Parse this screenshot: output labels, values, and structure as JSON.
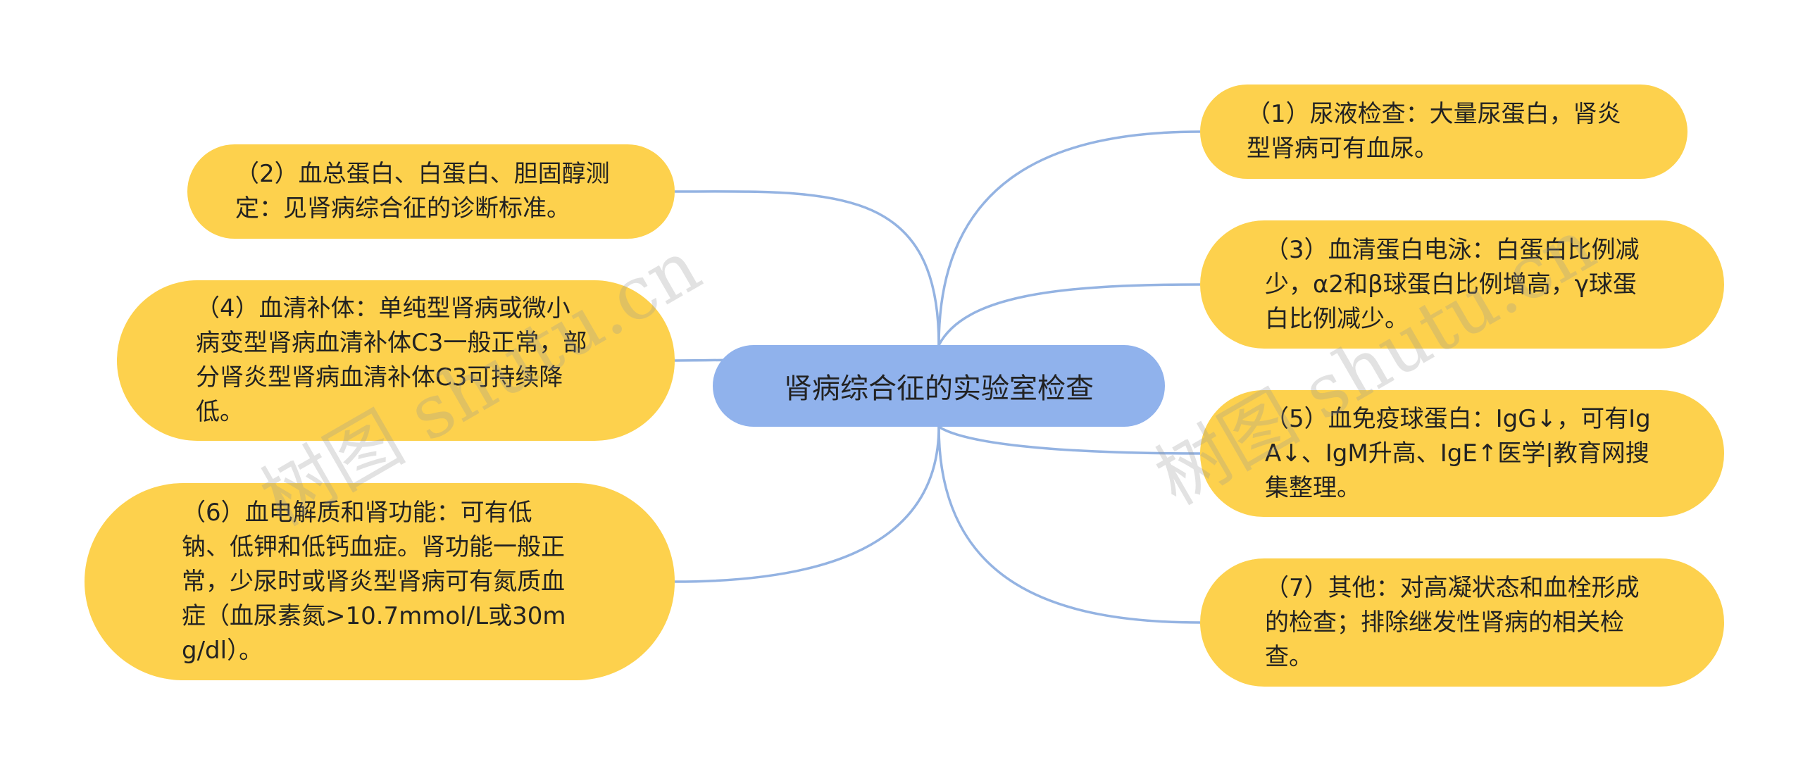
{
  "title": "肾病综合征的实验室检查",
  "nodes": {
    "n1": "（1）尿液检查：大量尿蛋白，肾炎型肾病可有血尿。",
    "n2": "（2）血总蛋白、白蛋白、胆固醇测定：见肾病综合征的诊断标准。",
    "n3": "（3）血清蛋白电泳：白蛋白比例减少，α2和β球蛋白比例增高，γ球蛋白比例减少。",
    "n4": "（4）血清补体：单纯型肾病或微小病变型肾病血清补体C3一般正常，部分肾炎型肾病血清补体C3可持续降低。",
    "n5": "（5）血免疫球蛋白：IgG↓，可有IgA↓、IgM升高、IgE↑医学|教育网搜集整理。",
    "n6": "（6）血电解质和肾功能：可有低钠、低钾和低钙血症。肾功能一般正常，少尿时或肾炎型肾病可有氮质血症（血尿素氮>10.7mmol/L或30mg/dl）。",
    "n7": "（7）其他：对高凝状态和血栓形成的检查；排除继发性肾病的相关检查。"
  },
  "watermark": "树图 shutu.cn",
  "colors": {
    "center_fill": "#90b2ec",
    "node_fill": "#fdd14d",
    "link": "#94b3e2",
    "text": "#222222"
  }
}
